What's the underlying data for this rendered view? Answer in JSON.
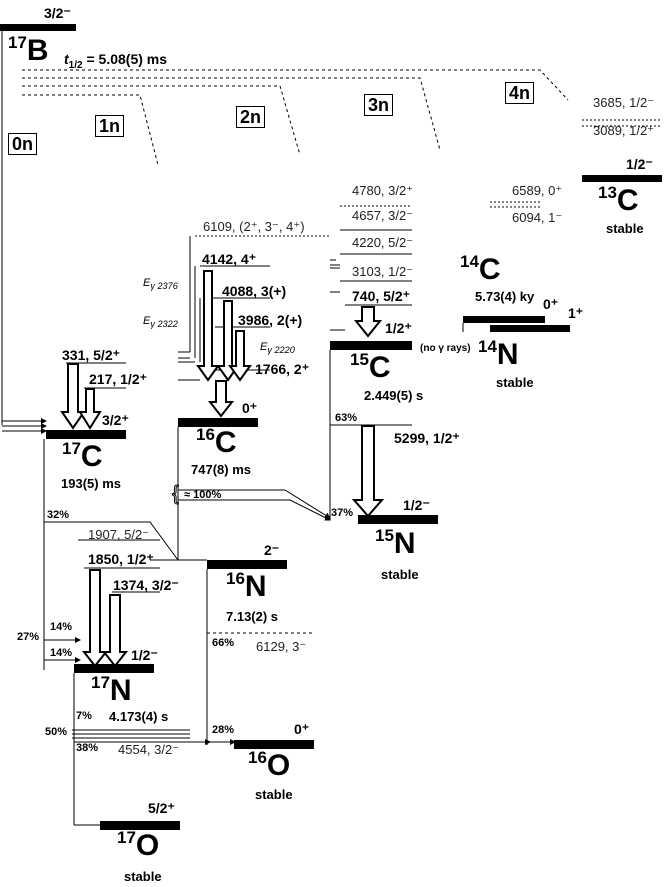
{
  "B17": {
    "spin": "3/2⁻",
    "mass": "17",
    "sym": "B",
    "halflife_label": "t",
    "halflife_sub": "1/2",
    "halflife": "= 5.08(5) ms"
  },
  "channels": [
    "0n",
    "1n",
    "2n",
    "3n",
    "4n"
  ],
  "C13": {
    "mass": "13",
    "sym": "C",
    "spin": "1/2⁻",
    "status": "stable",
    "l1": "3685, 1/2⁻",
    "l2": "3089, 1/2⁺"
  },
  "C14": {
    "mass": "14",
    "sym": "C",
    "halflife": "5.73(4) ky",
    "l1": "6589, 0⁺",
    "l2": "6094, 1⁻",
    "gs": "0⁺"
  },
  "N14": {
    "mass": "14",
    "sym": "N",
    "spin": "1⁺",
    "status": "stable",
    "note": "(no γ rays)"
  },
  "C15": {
    "mass": "15",
    "sym": "C",
    "halflife": "2.449(5) s",
    "gs": "1/2⁺",
    "l1": "4780, 3/2⁺",
    "l2": "4657, 3/2⁻",
    "l3": "4220, 5/2⁻",
    "l4": "3103, 1/2⁻",
    "l5": "740, 5/2⁺",
    "p1": "63%",
    "p2": "37%"
  },
  "N15": {
    "mass": "15",
    "sym": "N",
    "gs": "1/2⁻",
    "status": "stable",
    "l1": "5299, 1/2⁺"
  },
  "C16": {
    "mass": "16",
    "sym": "C",
    "halflife": "747(8) ms",
    "gs": "0⁺",
    "l1": "6109, (2⁺, 3⁻, 4⁺)",
    "l2": "4142, 4⁺",
    "l3": "4088, 3(+)",
    "l4": "3986, 2(+)",
    "l5": "1766, 2⁺",
    "eg1": "2376",
    "eg2": "2322",
    "eg3": "2220",
    "eg_prefix": "E",
    "eg_gamma": "γ",
    "p1": "≈ 100%"
  },
  "C17": {
    "mass": "17",
    "sym": "C",
    "halflife": "193(5) ms",
    "gs": "3/2⁺",
    "l1": "331, 5/2⁺",
    "l2": "217, 1/2⁺",
    "p1": "32%",
    "p2": "14%",
    "p3": "27%",
    "p4": "14%"
  },
  "N16": {
    "mass": "16",
    "sym": "N",
    "halflife": "7.13(2) s",
    "gs": "2⁻",
    "l1": "6129, 3⁻",
    "p1": "66%",
    "p2": "28%"
  },
  "N17": {
    "mass": "17",
    "sym": "N",
    "halflife": "4.173(4) s",
    "gs": "1/2⁻",
    "l1": "1907, 5/2⁻",
    "l2": "1850, 1/2⁺",
    "l3": "1374, 3/2⁻",
    "l4": "4554, 3/2⁻",
    "p1": "7%",
    "p2": "50%",
    "p3": "38%"
  },
  "O16": {
    "mass": "16",
    "sym": "O",
    "gs": "0⁺",
    "status": "stable"
  },
  "O17": {
    "mass": "17",
    "sym": "O",
    "gs": "5/2⁺",
    "status": "stable"
  }
}
